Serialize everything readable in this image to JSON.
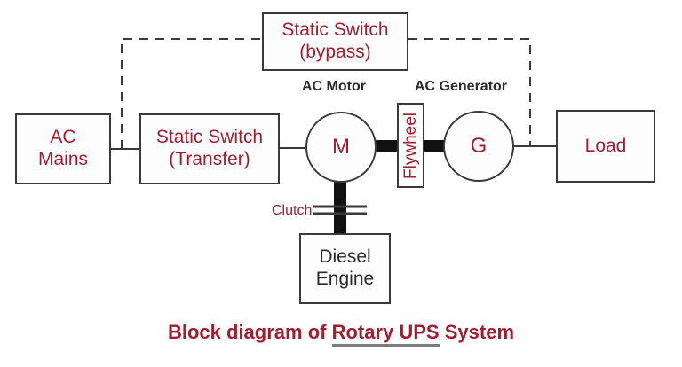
{
  "diagram": {
    "caption": {
      "prefix": "Block diagram of ",
      "emphasis": "Rotary UPS",
      "suffix": " System"
    },
    "nodes": {
      "ac_mains": {
        "line1": "AC",
        "line2": "Mains"
      },
      "static_switch_transfer": {
        "line1": "Static Switch",
        "line2": "(Transfer)"
      },
      "static_switch_bypass": {
        "line1": "Static Switch",
        "line2": "(bypass)"
      },
      "ac_motor": {
        "label": "AC Motor",
        "symbol": "M"
      },
      "ac_generator": {
        "label": "AC Generator",
        "symbol": "G"
      },
      "flywheel": {
        "label": "Flywheel"
      },
      "clutch": {
        "label": "Clutch"
      },
      "diesel_engine": {
        "line1": "Diesel",
        "line2": "Engine"
      },
      "load": {
        "label": "Load"
      }
    },
    "colors": {
      "label_red": "#9e2030",
      "label_dark": "#2b2b2b",
      "stroke": "#3a3a3a",
      "shaft": "#111111",
      "underline": "#7c7c7c",
      "background": "#ffffff"
    },
    "connections": [
      {
        "from": "ac_mains",
        "to": "static_switch_transfer",
        "style": "solid"
      },
      {
        "from": "static_switch_transfer",
        "to": "ac_motor",
        "style": "solid"
      },
      {
        "from": "ac_motor",
        "to": "flywheel",
        "style": "shaft"
      },
      {
        "from": "flywheel",
        "to": "ac_generator",
        "style": "shaft"
      },
      {
        "from": "ac_generator",
        "to": "load",
        "style": "solid"
      },
      {
        "from": "ac_motor",
        "to": "diesel_engine",
        "style": "shaft"
      },
      {
        "from": "ac_mains_link",
        "to": "static_switch_bypass",
        "style": "dashed"
      },
      {
        "from": "static_switch_bypass",
        "to": "load_link",
        "style": "dashed"
      }
    ]
  }
}
